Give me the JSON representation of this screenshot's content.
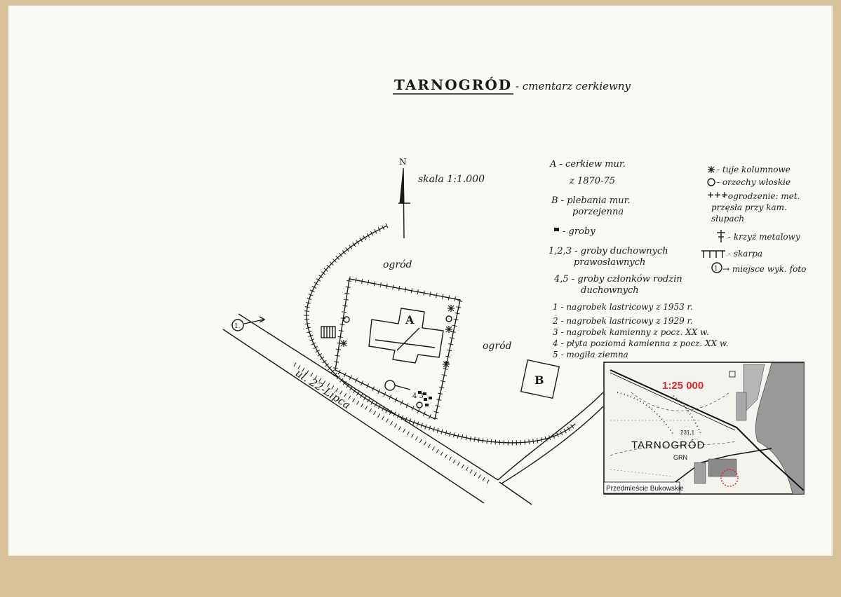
{
  "title": "TARNOGRÓD",
  "subtitle": "- cmentarz cerkiewny",
  "scale": "skala 1:1.000",
  "north": "N",
  "labels": {
    "church": "A",
    "rectory": "B",
    "garden_top": "ogród",
    "garden_right": "ogród",
    "street": "ul. 22-Lipca",
    "photo_spot": "1.",
    "grave_nums": "4 3"
  },
  "legend_left": [
    "A - cerkiew mur.",
    "z 1870-75",
    "B - plebania mur.",
    "porzejenna",
    "- groby",
    "1,2,3 - groby duchownych",
    "prawosławnych",
    "4,5 - groby członków rodzin",
    "duchownych",
    "1 - nagrobek lastricowy z 1953 r.",
    "2 - nagrobek lastricowy z 1929 r.",
    "3 - nagrobek kamienny z pocz. XX w.",
    "4 - płyta poziomá kamienna z pocz. XX w.",
    "5 - mogiła ziemna"
  ],
  "legend_right": [
    "- tuje kolumnowe",
    "- orzechy włoskie",
    "- ogrodzenie: met.",
    "przęsła przy kam.",
    "słupach",
    "- krzyż metalowy",
    "- skarpa",
    "→ miejsce wyk. foto"
  ],
  "legend_right_circle": "1",
  "inset": {
    "scale": "1:25 000",
    "town": "TARNOGRÓD",
    "grn": "GRN",
    "elevation": "231,1",
    "district": "Przedmieście Bukowskie",
    "scale_color": "#e0262b"
  },
  "colors": {
    "paper": "#fbf9f3",
    "board": "#d8c29c",
    "ink": "#1a1a1a"
  }
}
